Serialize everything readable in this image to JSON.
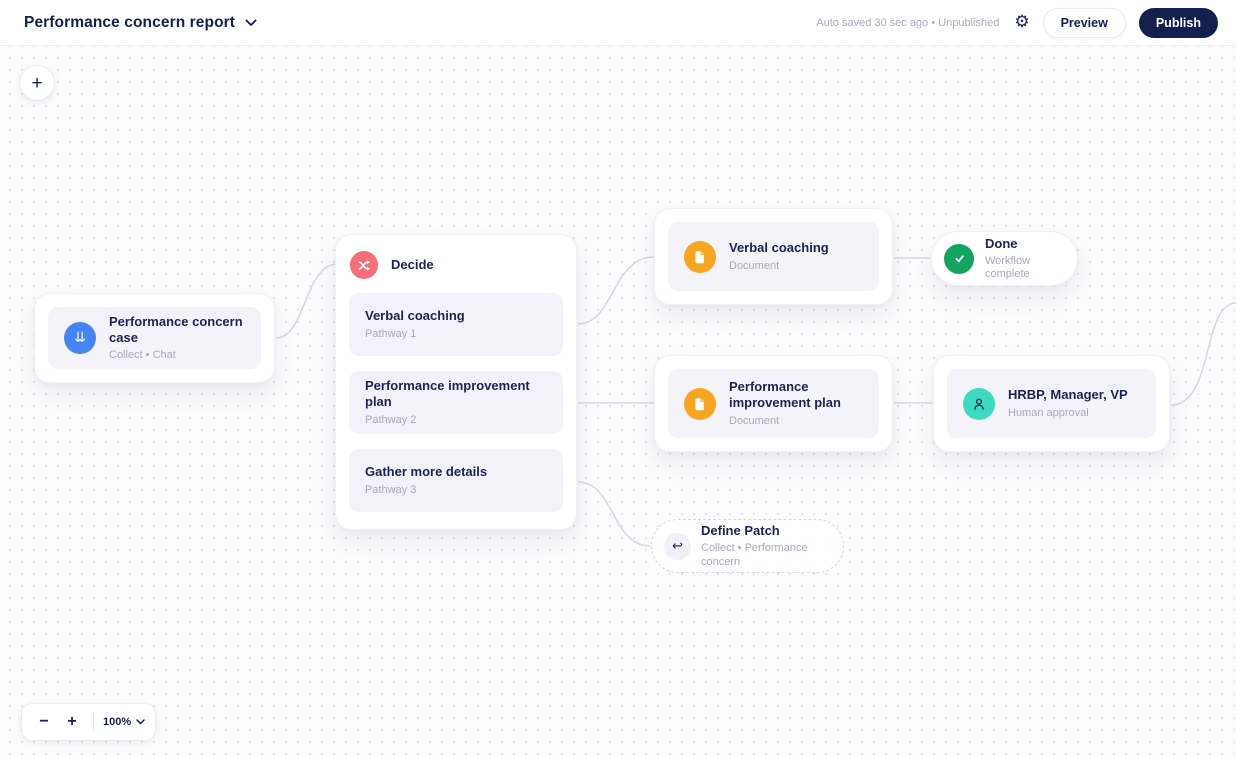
{
  "header": {
    "title": "Performance concern report",
    "autosave_status": "Auto saved 30 sec ago • Unpublished",
    "preview_label": "Preview",
    "publish_label": "Publish"
  },
  "toolbar": {
    "add_node_label": "+",
    "zoom_out_label": "−",
    "zoom_in_label": "+",
    "zoom_level": "100%"
  },
  "icons": {
    "gear": "⚙",
    "collect_arrows": "⇊",
    "undo_arrow": "↩"
  },
  "colors": {
    "navy": "#13204E",
    "collect_blue": "#4584F4",
    "decide_pink": "#F76D79",
    "document_orange": "#F7A421",
    "done_green": "#15A362",
    "approval_teal": "#3CDBC0",
    "connector_gray": "#D9D7E5",
    "panel_lavender": "#F4F3FA"
  },
  "nodes": {
    "start": {
      "title": "Performance concern case",
      "subtitle": "Collect • Chat"
    },
    "decide": {
      "title": "Decide",
      "pathways": [
        {
          "title": "Verbal coaching",
          "subtitle": "Pathway 1"
        },
        {
          "title": "Performance improvement plan",
          "subtitle": "Pathway 2"
        },
        {
          "title": "Gather more details",
          "subtitle": "Pathway 3"
        }
      ]
    },
    "verbal_doc": {
      "title": "Verbal coaching",
      "subtitle": "Document"
    },
    "done": {
      "title": "Done",
      "subtitle": "Workflow complete"
    },
    "pip_doc": {
      "title": "Performance improvement plan",
      "subtitle": "Document"
    },
    "approval": {
      "title": "HRBP, Manager, VP",
      "subtitle": "Human approval"
    },
    "define_patch": {
      "title": "Define Patch",
      "subtitle": "Collect • Performance concern"
    }
  }
}
